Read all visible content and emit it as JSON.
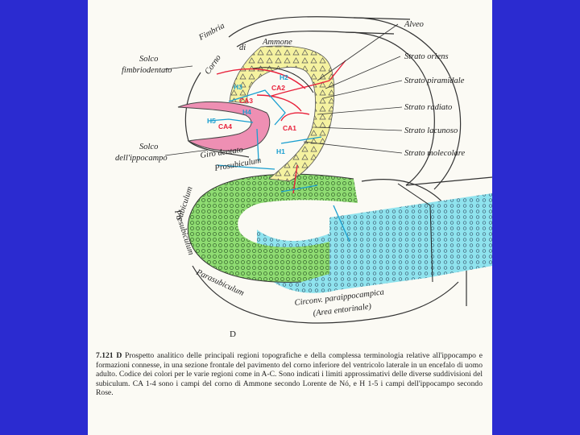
{
  "colors": {
    "slide_bg": "#2b2bd0",
    "page_bg": "#fbfaf4",
    "ammon_yellow": "#f5f2a0",
    "dentate_pink": "#ee8fb3",
    "subiculum_green": "#8fdc72",
    "entorhinal_cyan": "#8fe3ee",
    "ca_lines": "#e8203a",
    "h_lines": "#1a9fd0"
  },
  "labels": {
    "fimbria": "Fimbria",
    "corno": "Corno",
    "di": "di",
    "ammone": "Ammone",
    "solco_fimbrio_1": "Solco",
    "solco_fimbrio_2": "fimbriodentato",
    "solco_ippo_1": "Solco",
    "solco_ippo_2": "dell'ippocampo",
    "giro_dentato": "Giro dentato",
    "prosubiculum": "Prosubiculum",
    "subiculum": "Subiculum",
    "presubiculum": "Presubiculum",
    "parasubiculum": "Parasubiculum",
    "circonv_1": "Circonv. paraippocampica",
    "circonv_2": "(Area entorinale)",
    "fig_letter": "D"
  },
  "layers": [
    "Alveo",
    "Strato oriens",
    "Strato piramidale",
    "Strato radiato",
    "Strato lacunoso",
    "Strato molecolare"
  ],
  "ca_markers": [
    "CA1",
    "CA2",
    "CA3",
    "CA4"
  ],
  "h_markers": [
    "H1",
    "H2",
    "H3",
    "H4",
    "H5"
  ],
  "caption": {
    "number": "7.121 D",
    "text": "Prospetto analitico delle principali regioni topografiche e della complessa terminologia relative all'ippocampo e formazioni connesse, in una sezione frontale del pavimento del corno inferiore del ventricolo laterale in un encefalo di uomo adulto. Codice dei colori per le varie regioni come in A-C. Sono indicati i limiti approssimativi delle diverse suddivisioni del subiculum. CA 1-4 sono i campi del corno di Ammone secondo Lorente de Nó, e H 1-5 i campi dell'ippocampo secondo Rose."
  }
}
